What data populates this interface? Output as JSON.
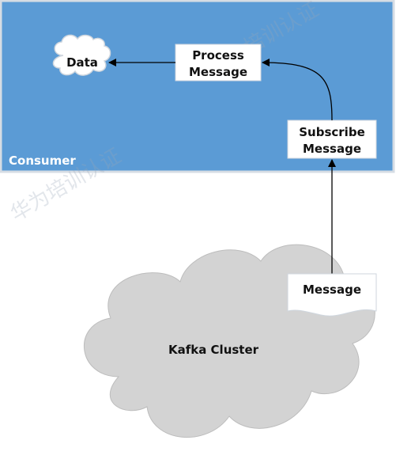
{
  "consumer": {
    "label": "Consumer",
    "color": "#5b9bd5",
    "border": "#d6dce4"
  },
  "nodes": {
    "data_cloud": {
      "label": "Data"
    },
    "process_message": {
      "line1": "Process",
      "line2": "Message"
    },
    "subscribe_message": {
      "line1": "Subscribe",
      "line2": "Message"
    },
    "message_doc": {
      "label": "Message"
    },
    "kafka_cluster": {
      "label": "Kafka Cluster",
      "color": "#d3d3d3"
    }
  },
  "watermark": {
    "text_a": "华为培训认证",
    "text_b": "华为培训认证"
  },
  "connectors": [
    {
      "from": "kafka_cluster",
      "to": "subscribe_message"
    },
    {
      "from": "subscribe_message",
      "to": "process_message"
    },
    {
      "from": "process_message",
      "to": "data_cloud"
    }
  ]
}
